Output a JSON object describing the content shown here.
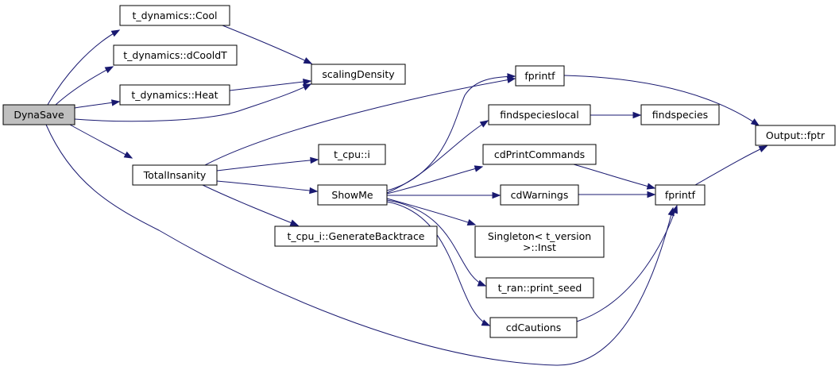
{
  "graph": {
    "nodes": [
      {
        "id": "dynasave",
        "lines": [
          "DynaSave"
        ],
        "root": true
      },
      {
        "id": "cool",
        "lines": [
          "t_dynamics::Cool"
        ]
      },
      {
        "id": "dcooldt",
        "lines": [
          "t_dynamics::dCooldT"
        ]
      },
      {
        "id": "heat",
        "lines": [
          "t_dynamics::Heat"
        ]
      },
      {
        "id": "scalingdensity",
        "lines": [
          "scalingDensity"
        ]
      },
      {
        "id": "totalinsanity",
        "lines": [
          "TotalInsanity"
        ]
      },
      {
        "id": "fprintf_top",
        "lines": [
          "fprintf"
        ]
      },
      {
        "id": "cpu_i",
        "lines": [
          "t_cpu::i"
        ]
      },
      {
        "id": "showme",
        "lines": [
          "ShowMe"
        ]
      },
      {
        "id": "generatebacktrace",
        "lines": [
          "t_cpu_i::GenerateBacktrace"
        ]
      },
      {
        "id": "findspecieslocal",
        "lines": [
          "findspecieslocal"
        ]
      },
      {
        "id": "findspecies",
        "lines": [
          "findspecies"
        ]
      },
      {
        "id": "cdprintcommands",
        "lines": [
          "cdPrintCommands"
        ]
      },
      {
        "id": "cdwarnings",
        "lines": [
          "cdWarnings"
        ]
      },
      {
        "id": "singleton_inst",
        "lines": [
          "Singleton< t_version",
          ">::Inst"
        ]
      },
      {
        "id": "print_seed",
        "lines": [
          "t_ran::print_seed"
        ]
      },
      {
        "id": "cdcautions",
        "lines": [
          "cdCautions"
        ]
      },
      {
        "id": "fprintf_mid",
        "lines": [
          "fprintf"
        ]
      },
      {
        "id": "output_fptr",
        "lines": [
          "Output::fptr"
        ]
      }
    ],
    "edges": [
      {
        "from": "dynasave",
        "to": "cool"
      },
      {
        "from": "dynasave",
        "to": "dcooldt"
      },
      {
        "from": "dynasave",
        "to": "heat"
      },
      {
        "from": "dynasave",
        "to": "scalingdensity"
      },
      {
        "from": "dynasave",
        "to": "totalinsanity"
      },
      {
        "from": "dynasave",
        "to": "fprintf_mid"
      },
      {
        "from": "cool",
        "to": "scalingdensity"
      },
      {
        "from": "heat",
        "to": "scalingdensity"
      },
      {
        "from": "totalinsanity",
        "to": "fprintf_top"
      },
      {
        "from": "totalinsanity",
        "to": "cpu_i"
      },
      {
        "from": "totalinsanity",
        "to": "showme"
      },
      {
        "from": "totalinsanity",
        "to": "generatebacktrace"
      },
      {
        "from": "showme",
        "to": "fprintf_top"
      },
      {
        "from": "showme",
        "to": "findspecieslocal"
      },
      {
        "from": "showme",
        "to": "cdprintcommands"
      },
      {
        "from": "showme",
        "to": "cdwarnings"
      },
      {
        "from": "showme",
        "to": "singleton_inst"
      },
      {
        "from": "showme",
        "to": "print_seed"
      },
      {
        "from": "showme",
        "to": "cdcautions"
      },
      {
        "from": "findspecieslocal",
        "to": "findspecies"
      },
      {
        "from": "fprintf_top",
        "to": "output_fptr"
      },
      {
        "from": "cdprintcommands",
        "to": "fprintf_mid"
      },
      {
        "from": "cdwarnings",
        "to": "fprintf_mid"
      },
      {
        "from": "cdcautions",
        "to": "fprintf_mid"
      },
      {
        "from": "fprintf_mid",
        "to": "output_fptr"
      }
    ]
  },
  "colors": {
    "edge": "#191970",
    "node_border": "#000000",
    "node_fill": "#ffffff",
    "root_fill": "#bfbfbf"
  }
}
